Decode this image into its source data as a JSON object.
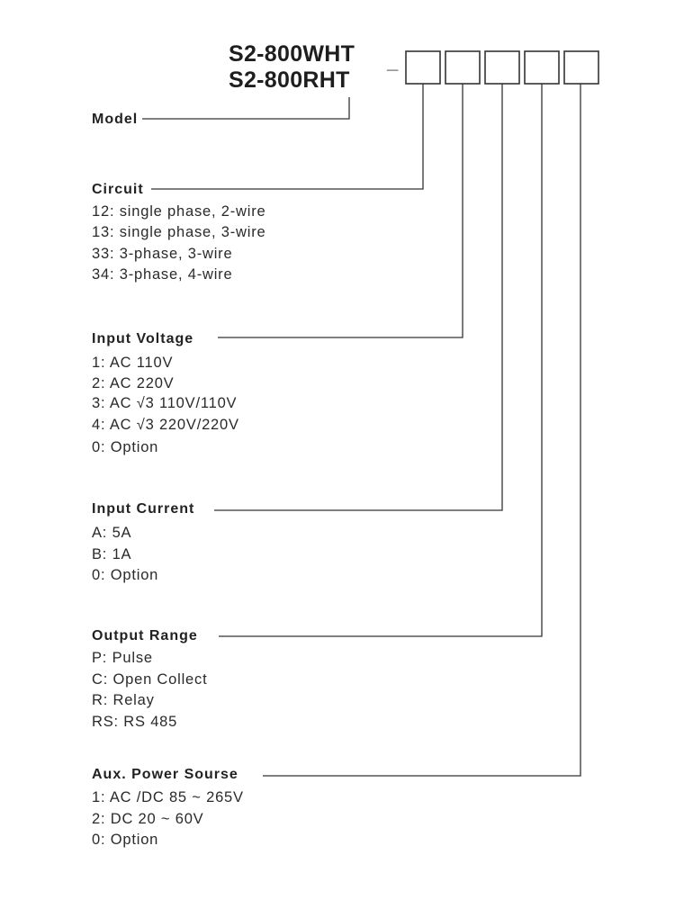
{
  "model_codes": [
    "S2-800WHT",
    "S2-800RHT"
  ],
  "separator": "_",
  "sections": [
    {
      "heading": "Model",
      "items": []
    },
    {
      "heading": "Circuit",
      "items": [
        "12: single phase, 2-wire",
        "13: single phase, 3-wire",
        "33: 3-phase, 3-wire",
        "34: 3-phase, 4-wire"
      ]
    },
    {
      "heading": "Input Voltage",
      "items": [
        "1: AC 110V",
        "2: AC 220V",
        "3: AC √3 110V/110V",
        "4: AC √3 220V/220V",
        "0: Option"
      ]
    },
    {
      "heading": "Input Current",
      "items": [
        "A: 5A",
        "B: 1A",
        "0: Option"
      ]
    },
    {
      "heading": "Output Range",
      "items": [
        "P: Pulse",
        "C: Open Collect",
        "R: Relay",
        "RS: RS 485"
      ]
    },
    {
      "heading": "Aux. Power Sourse",
      "items": [
        "1: AC /DC 85 ~ 265V",
        "2: DC 20 ~ 60V",
        "0: Option"
      ]
    }
  ],
  "colors": {
    "line": "#333333",
    "text": "#222222"
  }
}
